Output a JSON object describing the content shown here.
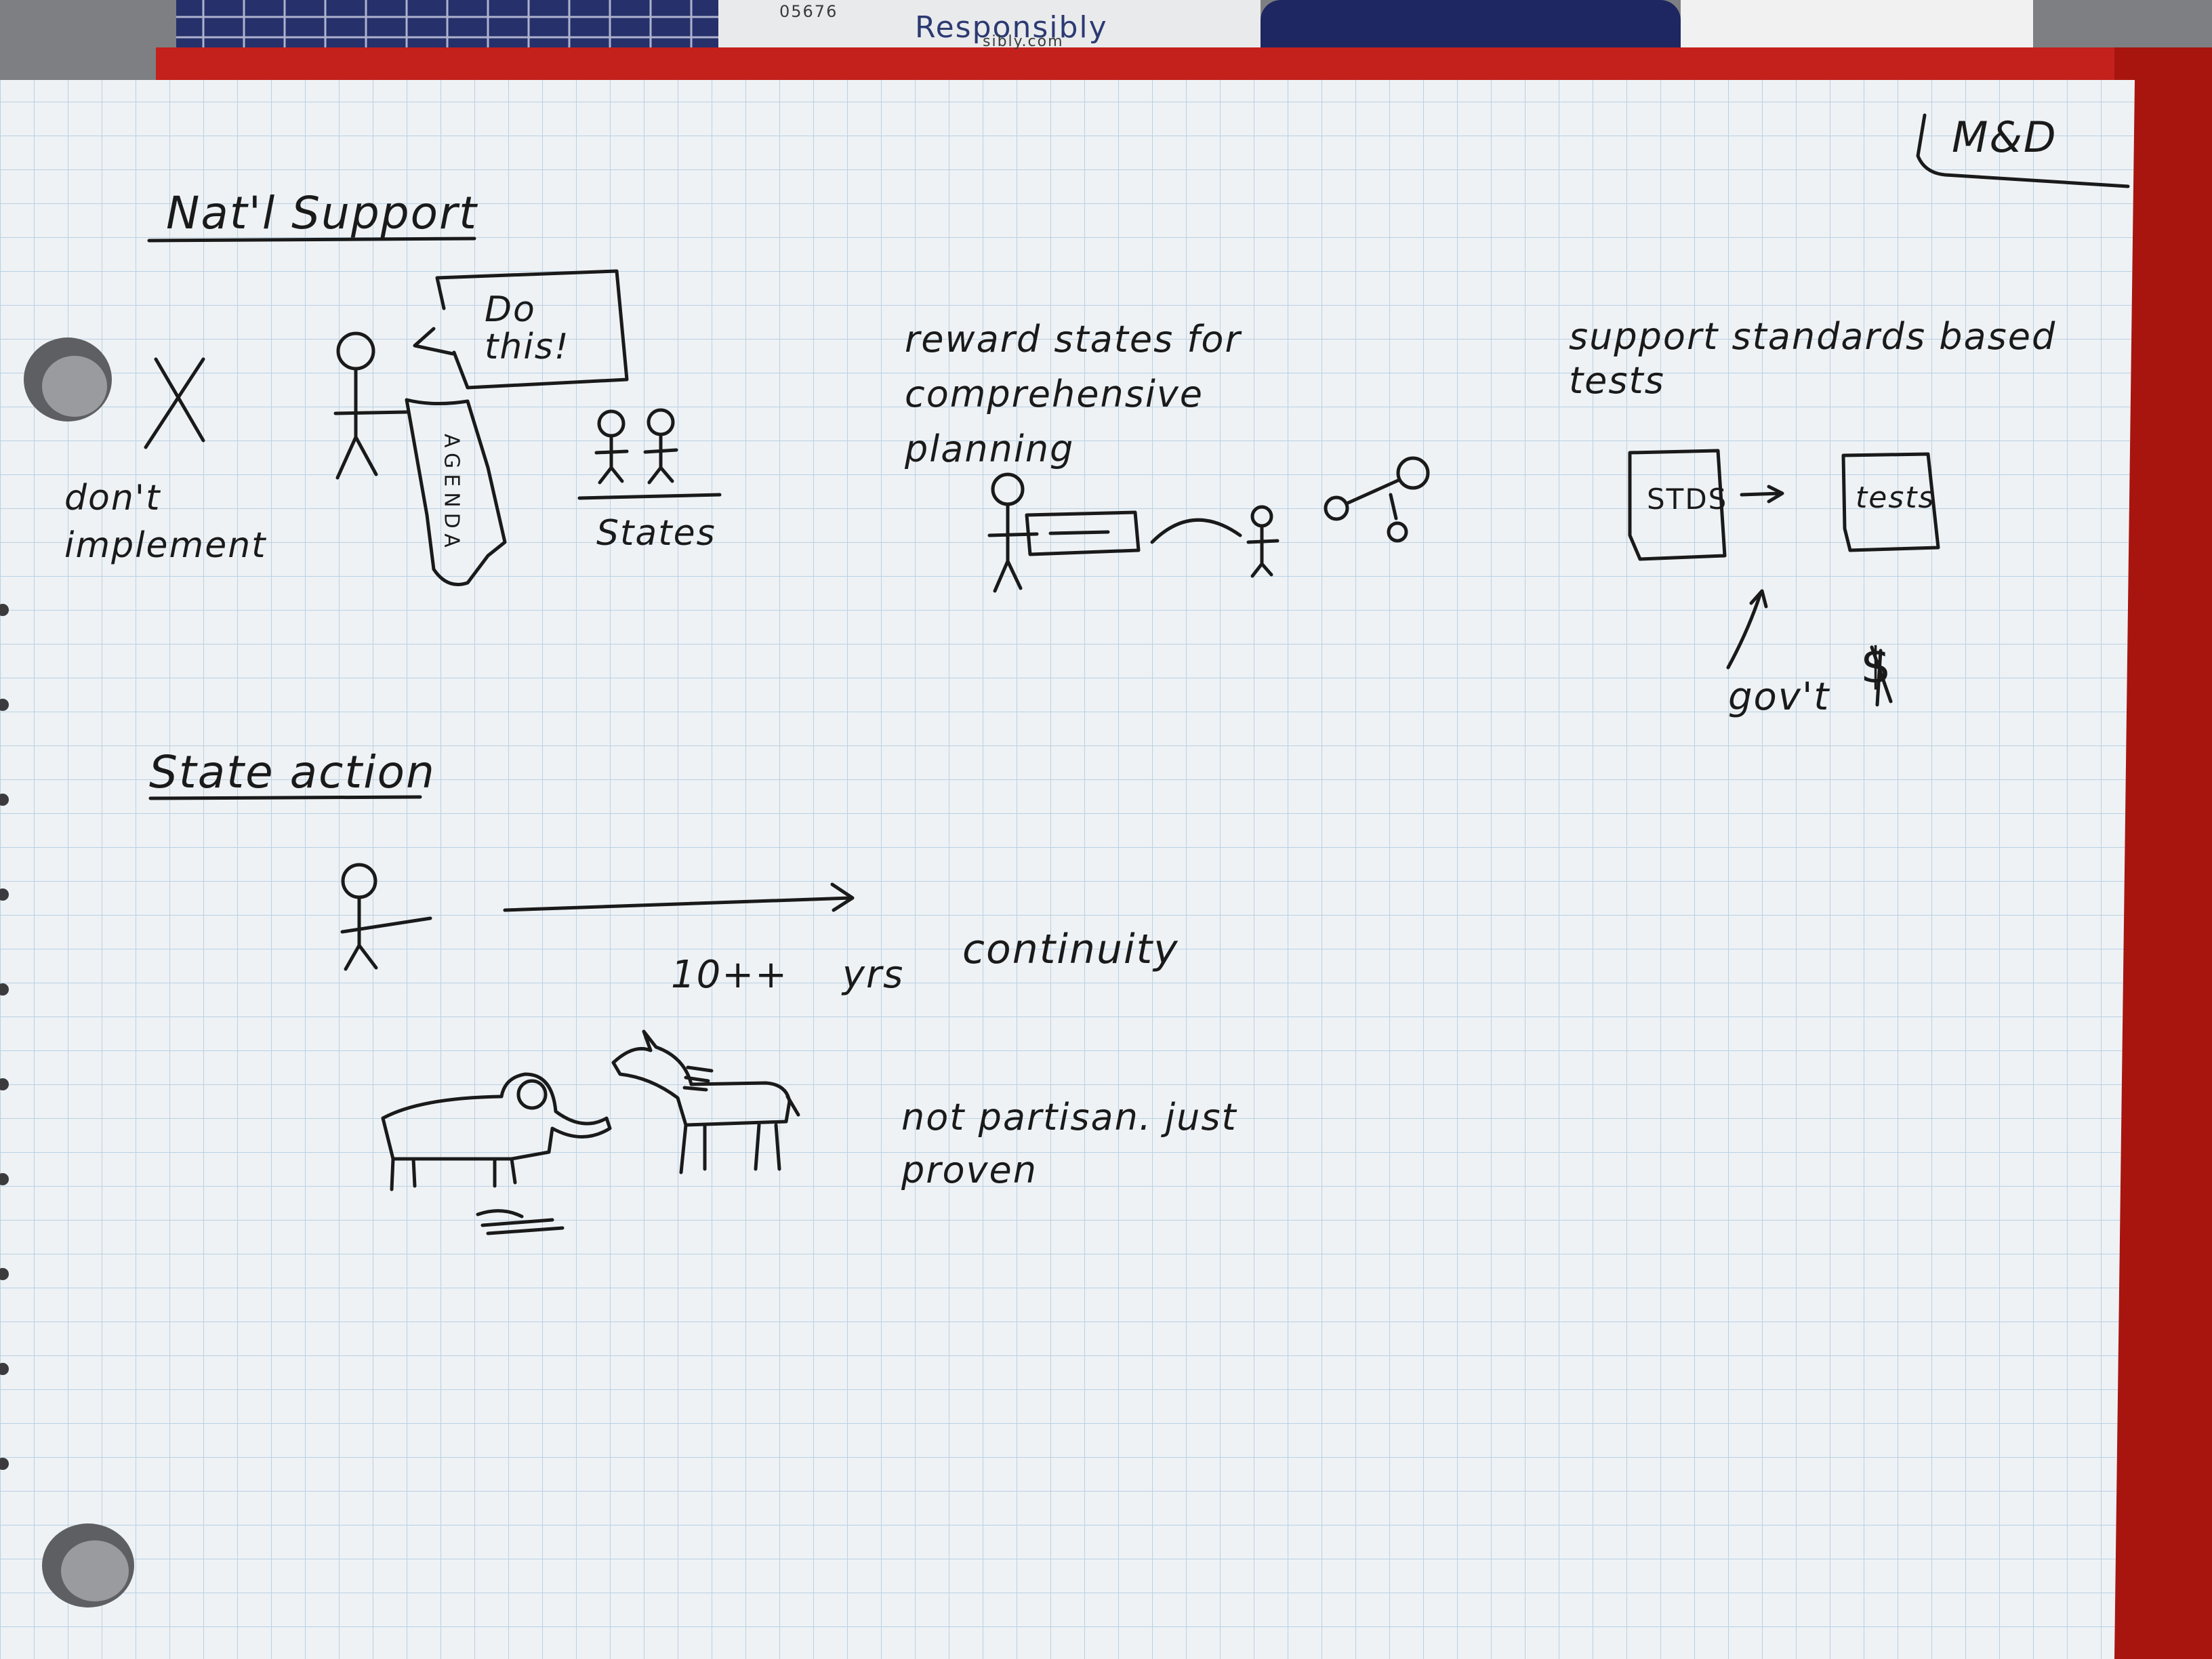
{
  "colors": {
    "paper": "#eef2f5",
    "grid": "#a9c4dc",
    "ink": "#1a1a1a",
    "binder_red": "#c4201c",
    "desk": "#8a8a8a"
  },
  "header_label": "M&D",
  "corner_print": {
    "code": "05676",
    "brand": "Responsibly",
    "url": "sibly.com"
  },
  "sections": {
    "national": {
      "heading": "Nat'l Support",
      "dont_implement": "don't implement",
      "speech_bubble": "Do this!",
      "agenda_banner": "AGENDA",
      "states_label": "States",
      "reward_text": "reward states for comprehensive planning",
      "standards_text": "support standards based tests",
      "box_left_label": "STDS",
      "box_right_label": "tests",
      "govt_label": "gov't",
      "money_symbol": "$"
    },
    "state": {
      "heading": "State action",
      "years_label": "10++ yrs",
      "continuity_label": "continuity",
      "not_partisan_text": "not partisan. just proven"
    }
  }
}
